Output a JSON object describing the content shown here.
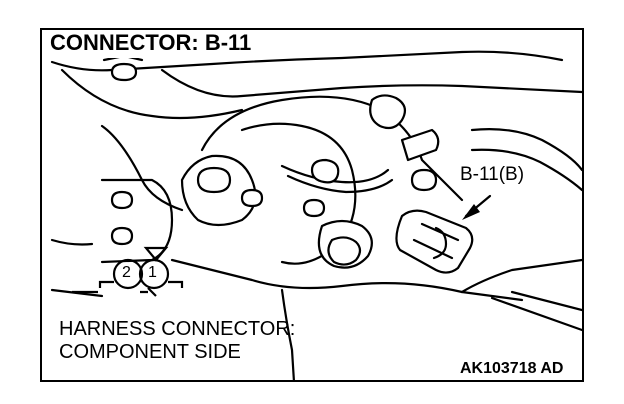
{
  "diagram": {
    "title": "CONNECTOR: B-11",
    "connector_callout": "B-11(B)",
    "harness_label_line1": "HARNESS CONNECTOR:",
    "harness_label_line2": "COMPONENT SIDE",
    "figure_code": "AK103718 AD",
    "pins": [
      "2",
      "1"
    ]
  }
}
